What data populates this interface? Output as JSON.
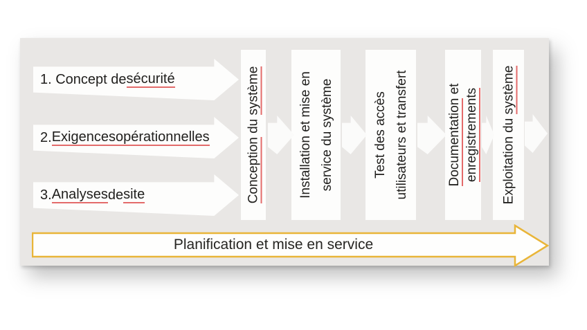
{
  "colors": {
    "panel_gray": "#e9e7e5",
    "box_white": "#fdfdfc",
    "accent_gold": "#e9b538",
    "underline_red": "#e36a6a",
    "text": "#1f1e1c"
  },
  "inputs": {
    "items": [
      {
        "segments": [
          {
            "text": "1. Concept de "
          },
          {
            "text": "sécurité",
            "underline": true
          }
        ]
      },
      {
        "segments": [
          {
            "text": "2. "
          },
          {
            "text": "Exigences",
            "underline": true
          },
          {
            "text": " "
          },
          {
            "text": "opérationnelles",
            "underline": true
          }
        ]
      },
      {
        "segments": [
          {
            "text": "3. "
          },
          {
            "text": "Analyses",
            "underline": true
          },
          {
            "text": " de "
          },
          {
            "text": "site",
            "underline": true
          }
        ]
      }
    ]
  },
  "phases": [
    {
      "lines": [
        [
          {
            "text": "Conception",
            "underline": true
          },
          {
            "text": " du "
          },
          {
            "text": "système",
            "underline": true
          }
        ]
      ]
    },
    {
      "lines": [
        [
          {
            "text": "Installation et mise en"
          }
        ],
        [
          {
            "text": "service du système"
          }
        ]
      ]
    },
    {
      "lines": [
        [
          {
            "text": "Test des accès"
          }
        ],
        [
          {
            "text": "utilisateurs et transfert"
          }
        ]
      ]
    },
    {
      "lines": [
        [
          {
            "text": "Documentation",
            "underline": true
          },
          {
            "text": " et"
          }
        ],
        [
          {
            "text": "enregistrements",
            "underline": true
          }
        ]
      ]
    },
    {
      "lines": [
        [
          {
            "text": "Exploitation du "
          },
          {
            "text": "système",
            "underline": true
          }
        ]
      ]
    }
  ],
  "banner": {
    "label": "Planification et mise en service"
  }
}
